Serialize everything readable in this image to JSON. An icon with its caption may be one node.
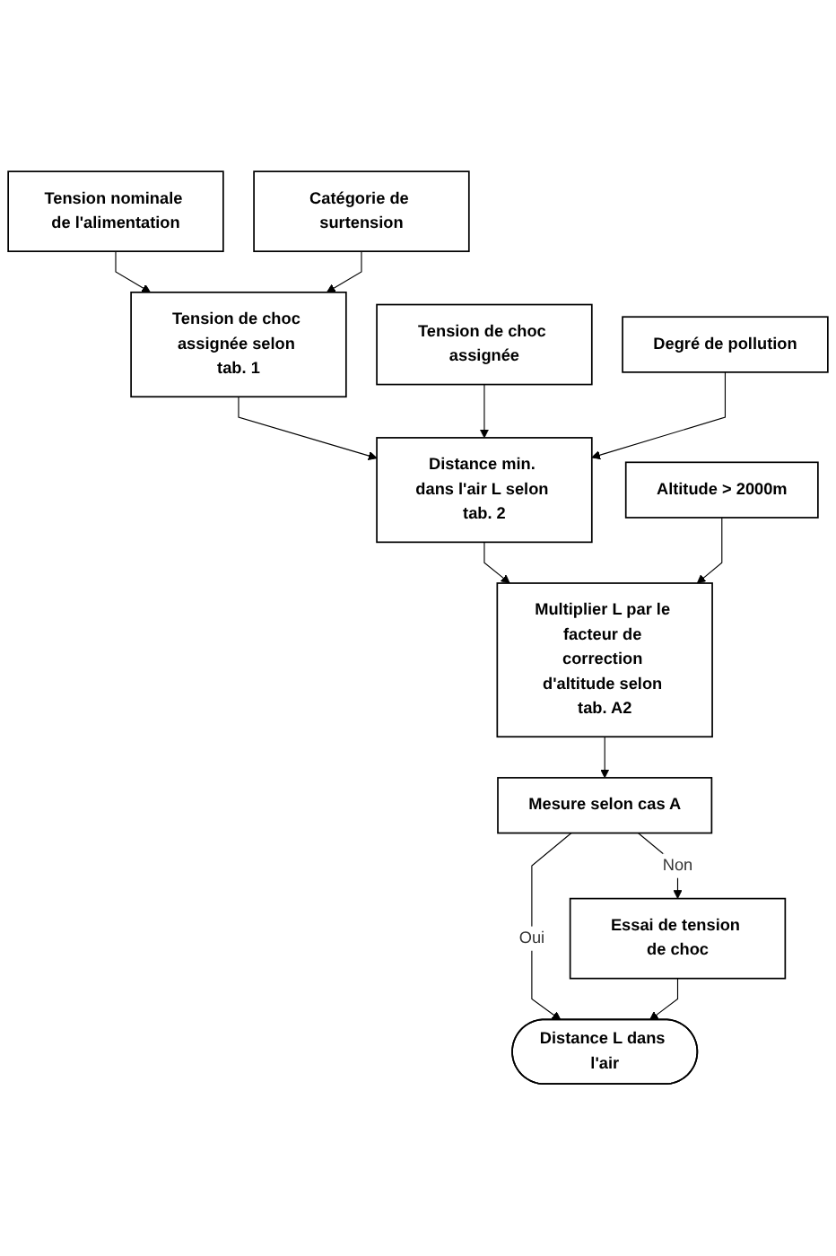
{
  "diagram": {
    "nodes": [
      {
        "text": [
          "Tension nominale de l'alimentation"
        ]
      },
      {
        "text": [
          "Tension de choc assignée"
        ]
      },
      {
        "text": [
          "Tension de choc assignée selon tab. 1"
        ]
      },
      {
        "text": [
          "Catégorie de surtension"
        ]
      },
      {
        "text": [
          "Distance min. dans l'air L selon tab. 2"
        ]
      },
      {
        "text": [
          "Degré de pollution"
        ]
      },
      {
        "text": [
          "Altitude > 2000m"
        ]
      },
      {
        "text": [
          "Multiplier L par le facteur de correction d'altitude selon tab. A2"
        ]
      },
      {
        "text": [
          "Essai de tension de choc"
        ]
      },
      {
        "text": [
          "Mesure selon cas A"
        ]
      },
      {
        "text": [
          "Distance L dans l'air"
        ]
      }
    ],
    "edges": [
      {
        "from": 0,
        "to": 2,
        "arrow": "to"
      },
      {
        "from": 3,
        "to": 2,
        "arrow": "to"
      },
      {
        "from": 2,
        "to": 4,
        "arrow": "to"
      },
      {
        "from": 1,
        "to": 4,
        "arrow": "to"
      },
      {
        "from": 5,
        "to": 4,
        "arrow": "to"
      },
      {
        "from": 4,
        "to": 7,
        "arrow": "to"
      },
      {
        "from": 6,
        "to": 7,
        "arrow": "to"
      },
      {
        "from": 7,
        "to": 9,
        "arrow": "to"
      },
      {
        "from": 9,
        "to": 8,
        "label": "Non",
        "arrow": "to"
      },
      {
        "from": 9,
        "to": 10,
        "label": "Oui",
        "arrow": "to"
      },
      {
        "from": 8,
        "to": 10,
        "arrow": "to"
      }
    ]
  }
}
